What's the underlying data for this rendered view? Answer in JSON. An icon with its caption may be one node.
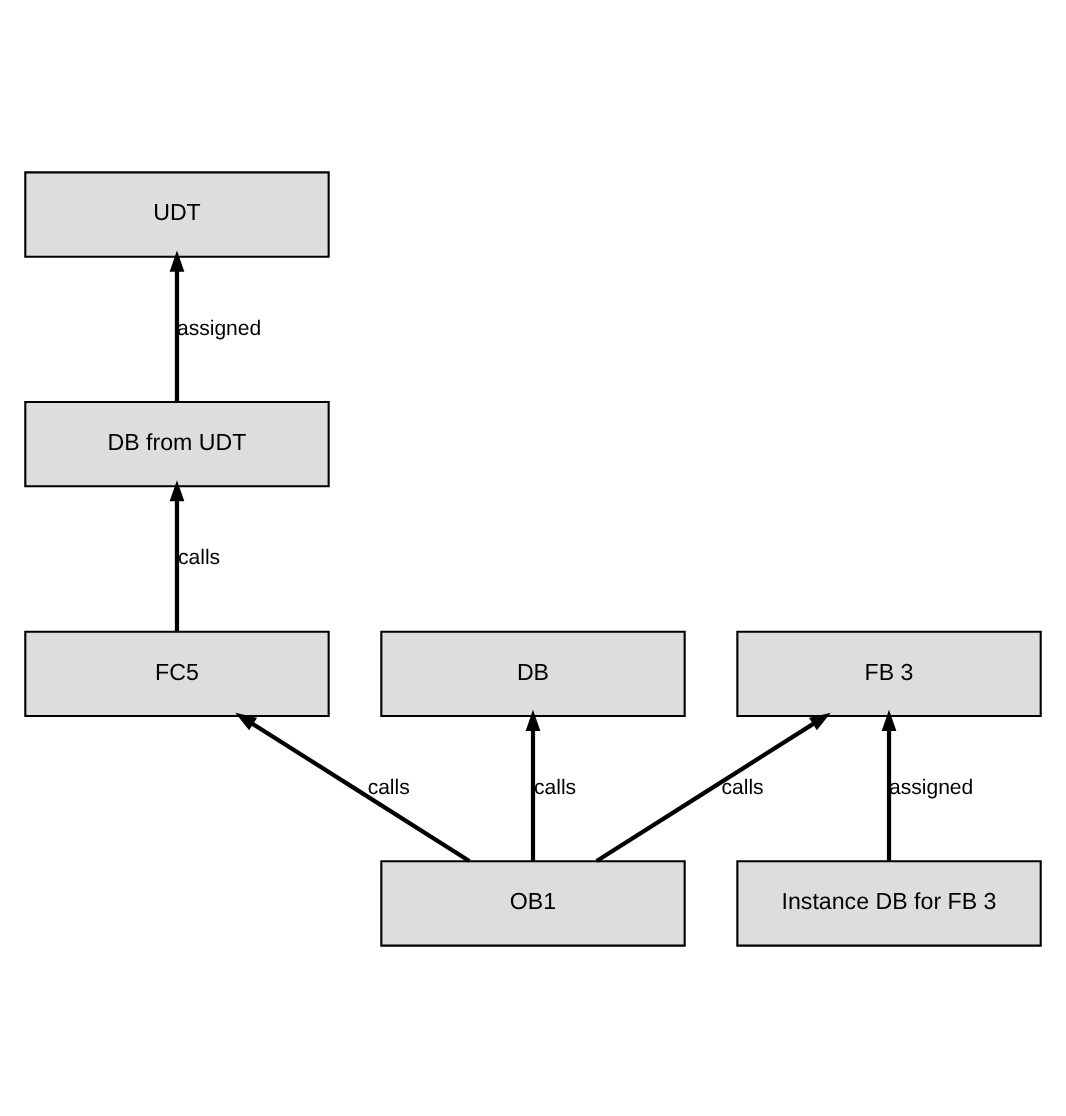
{
  "diagram": {
    "nodes": [
      {
        "text": [
          "UDT"
        ]
      },
      {
        "text": [
          "DB"
        ]
      },
      {
        "text": [
          "DB from UDT"
        ]
      },
      {
        "text": [
          "FB 3"
        ]
      },
      {
        "text": [
          "Instance DB for FB 3"
        ]
      },
      {
        "text": [
          "FC5"
        ]
      },
      {
        "text": [
          "OB1"
        ]
      }
    ],
    "edges": [
      {
        "from": 2,
        "to": 0,
        "arrow": "to",
        "label": "assigned"
      },
      {
        "from": 6,
        "to": 1,
        "arrow": "to",
        "label": "calls"
      },
      {
        "from": 5,
        "to": 2,
        "arrow": "to",
        "label": "calls"
      },
      {
        "from": 4,
        "to": 3,
        "arrow": "to",
        "label": "assigned"
      },
      {
        "from": 6,
        "to": 3,
        "arrow": "to",
        "label": "calls"
      },
      {
        "from": 6,
        "to": 5,
        "arrow": "to",
        "label": "calls"
      }
    ]
  }
}
